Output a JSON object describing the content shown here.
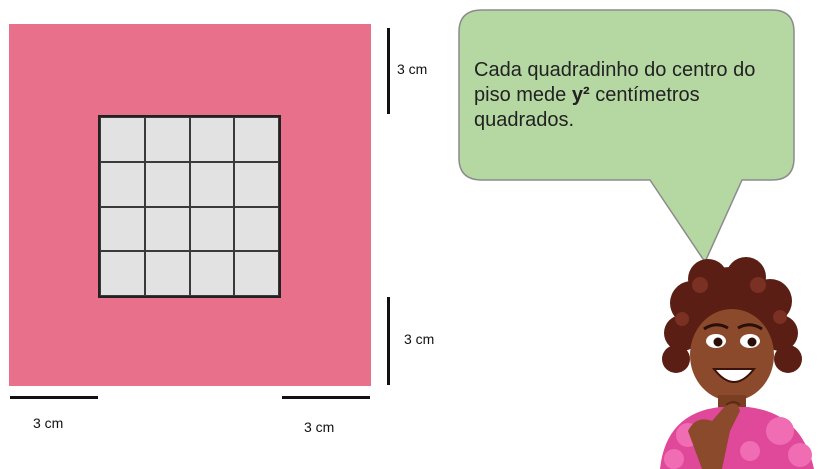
{
  "dimensions": {
    "right_top": "3 cm",
    "right_bottom": "3 cm",
    "bottom_left": "3 cm",
    "bottom_right": "3 cm"
  },
  "grid": {
    "rows": 4,
    "cols": 4
  },
  "bubble": {
    "text_before": "Cada quadradinho do centro do piso mede ",
    "bold": "y²",
    "text_after": " centímetros quadrados."
  },
  "colors": {
    "floor": "#e8708a",
    "tile": "#e2e2e2",
    "bubble": "#b5d8a3",
    "bubble_border": "#8b8b8b"
  }
}
